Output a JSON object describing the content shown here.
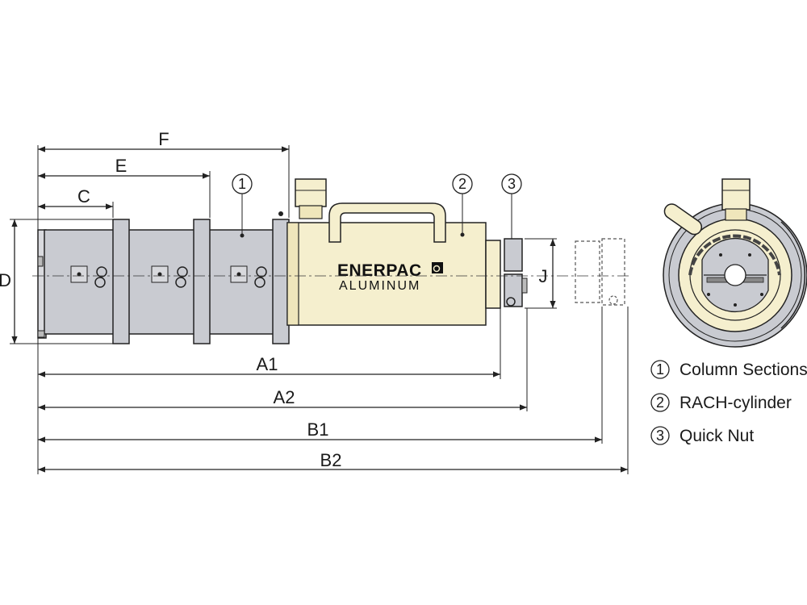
{
  "dimensions": {
    "F": "F",
    "E": "E",
    "C": "C",
    "D": "D",
    "J": "J",
    "A1": "A1",
    "A2": "A2",
    "B1": "B1",
    "B2": "B2"
  },
  "callouts": [
    "1",
    "2",
    "3"
  ],
  "cylinder": {
    "brand": "ENERPAC",
    "material": "ALUMINUM"
  },
  "legend": [
    {
      "number": "1",
      "label": "Column Sections"
    },
    {
      "number": "2",
      "label": "RACH-cylinder"
    },
    {
      "number": "3",
      "label": "Quick Nut"
    }
  ],
  "colors": {
    "column_gray": "#c9cbd1",
    "cylinder_cream": "#f5efce",
    "outline": "#222222"
  },
  "icons": [
    "enerpac-logo-icon",
    "circled-number-icon"
  ]
}
